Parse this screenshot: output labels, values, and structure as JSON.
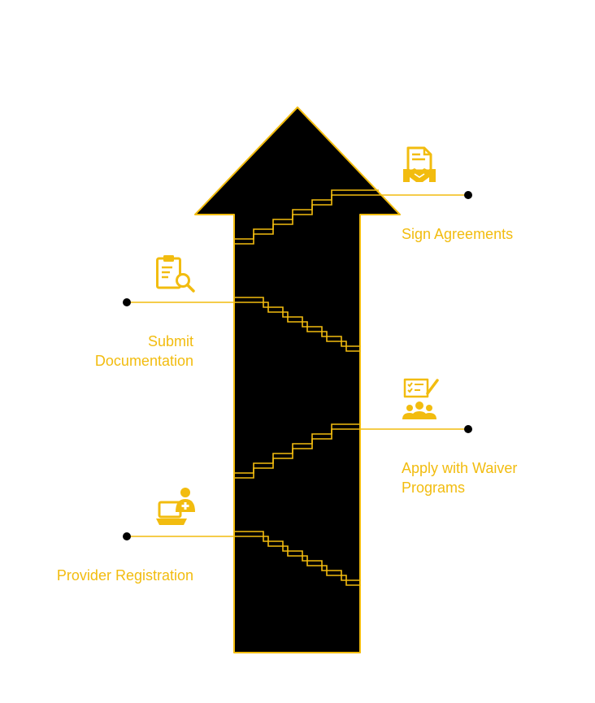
{
  "colors": {
    "accent": "#F2BC0F",
    "arrow_fill": "#000000",
    "dot": "#000000",
    "background": "#FFFFFF"
  },
  "steps": [
    {
      "id": "sign",
      "lines": [
        "Sign Agreements"
      ],
      "icon": "handshake-document-icon",
      "side": "right"
    },
    {
      "id": "submit",
      "lines": [
        "Submit",
        "Documentation"
      ],
      "icon": "clipboard-search-icon",
      "side": "left"
    },
    {
      "id": "apply",
      "lines": [
        "Apply with Waiver",
        "Programs"
      ],
      "icon": "checklist-group-icon",
      "side": "right"
    },
    {
      "id": "provider",
      "lines": [
        "Provider Registration"
      ],
      "icon": "laptop-doctor-icon",
      "side": "left"
    }
  ]
}
